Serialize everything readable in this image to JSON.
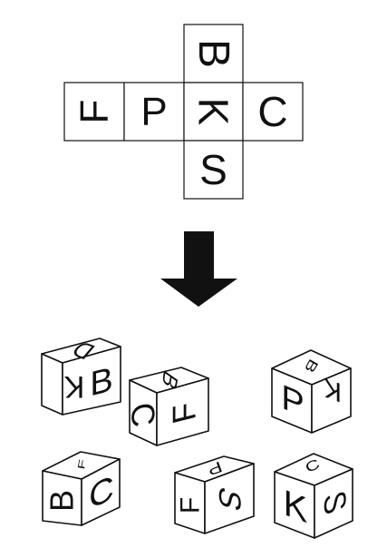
{
  "net": {
    "cells": [
      {
        "id": "top",
        "letter": "B"
      },
      {
        "id": "left2",
        "letter": "F"
      },
      {
        "id": "left1",
        "letter": "P"
      },
      {
        "id": "center",
        "letter": "K"
      },
      {
        "id": "right",
        "letter": "C"
      },
      {
        "id": "bottom",
        "letter": "S"
      }
    ]
  },
  "arrow": {
    "color": "#111111"
  },
  "options": [
    {
      "top": "D",
      "front": "K",
      "side": "B"
    },
    {
      "top": "B",
      "front": "C",
      "side": "F"
    },
    {
      "top": "B",
      "front": "P",
      "side": "K"
    },
    {
      "top": "F",
      "front": "B",
      "side": "C"
    },
    {
      "top": "P",
      "front": "F",
      "side": "S"
    },
    {
      "top": "C",
      "front": "K",
      "side": "S"
    }
  ]
}
